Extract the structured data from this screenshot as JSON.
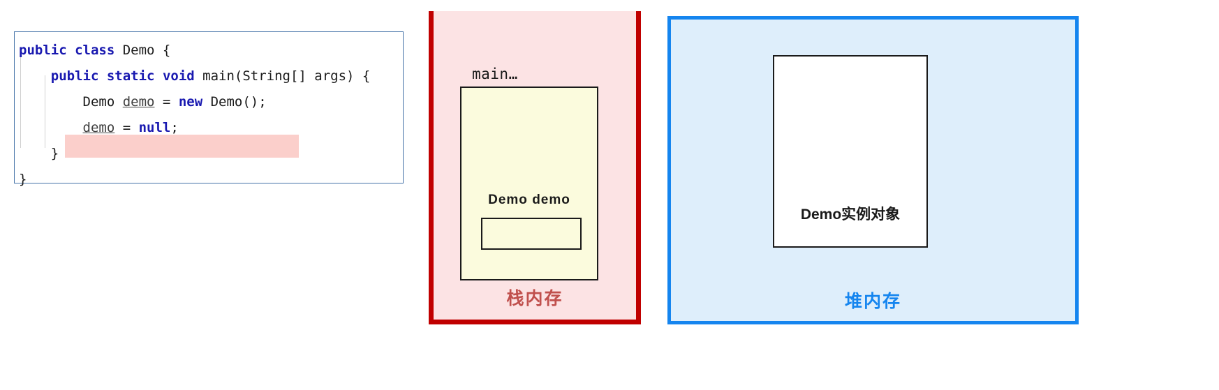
{
  "code_panel": {
    "border_color": "#4472a8",
    "highlight_color": "#fbcfcb",
    "keyword_color": "#1919b0",
    "lines": [
      {
        "indent": 0,
        "tokens": [
          {
            "t": "public",
            "k": "kw"
          },
          {
            "t": " ",
            "k": "plain"
          },
          {
            "t": "class",
            "k": "kw"
          },
          {
            "t": " Demo {",
            "k": "plain"
          }
        ]
      },
      {
        "indent": 1,
        "tokens": [
          {
            "t": "public",
            "k": "kw"
          },
          {
            "t": " ",
            "k": "plain"
          },
          {
            "t": "static",
            "k": "kw"
          },
          {
            "t": " ",
            "k": "plain"
          },
          {
            "t": "void",
            "k": "kw"
          },
          {
            "t": " main(String[] args) {",
            "k": "plain"
          }
        ]
      },
      {
        "indent": 2,
        "tokens": [
          {
            "t": "Demo ",
            "k": "plain"
          },
          {
            "t": "demo",
            "k": "var-ul"
          },
          {
            "t": " = ",
            "k": "plain"
          },
          {
            "t": "new",
            "k": "kw"
          },
          {
            "t": " Demo();",
            "k": "plain"
          }
        ]
      },
      {
        "indent": 2,
        "highlighted": true,
        "tokens": [
          {
            "t": "demo",
            "k": "var-ul"
          },
          {
            "t": " = ",
            "k": "plain"
          },
          {
            "t": "null",
            "k": "kw"
          },
          {
            "t": ";",
            "k": "plain"
          }
        ]
      },
      {
        "indent": 1,
        "tokens": [
          {
            "t": "}",
            "k": "plain"
          }
        ]
      },
      {
        "indent": 0,
        "tokens": [
          {
            "t": "}",
            "k": "plain"
          }
        ]
      }
    ],
    "plain_text": "public class Demo {\n    public static void main(String[] args) {\n        Demo demo = new Demo();\n        demo = null;\n    }\n}"
  },
  "stack_panel": {
    "frame_label": "main…",
    "variable_type_and_name": "Demo  demo",
    "variable_value": "",
    "caption": "栈内存",
    "background_color": "#fce3e4",
    "border_color": "#c00000",
    "frame_color": "#fbfbdd",
    "caption_color": "#c0504d"
  },
  "heap_panel": {
    "object_label": "Demo实例对象",
    "caption": "堆内存",
    "background_color": "#deeefb",
    "border_color": "#1585ef",
    "object_color": "#ffffff",
    "caption_color": "#1585ef"
  }
}
